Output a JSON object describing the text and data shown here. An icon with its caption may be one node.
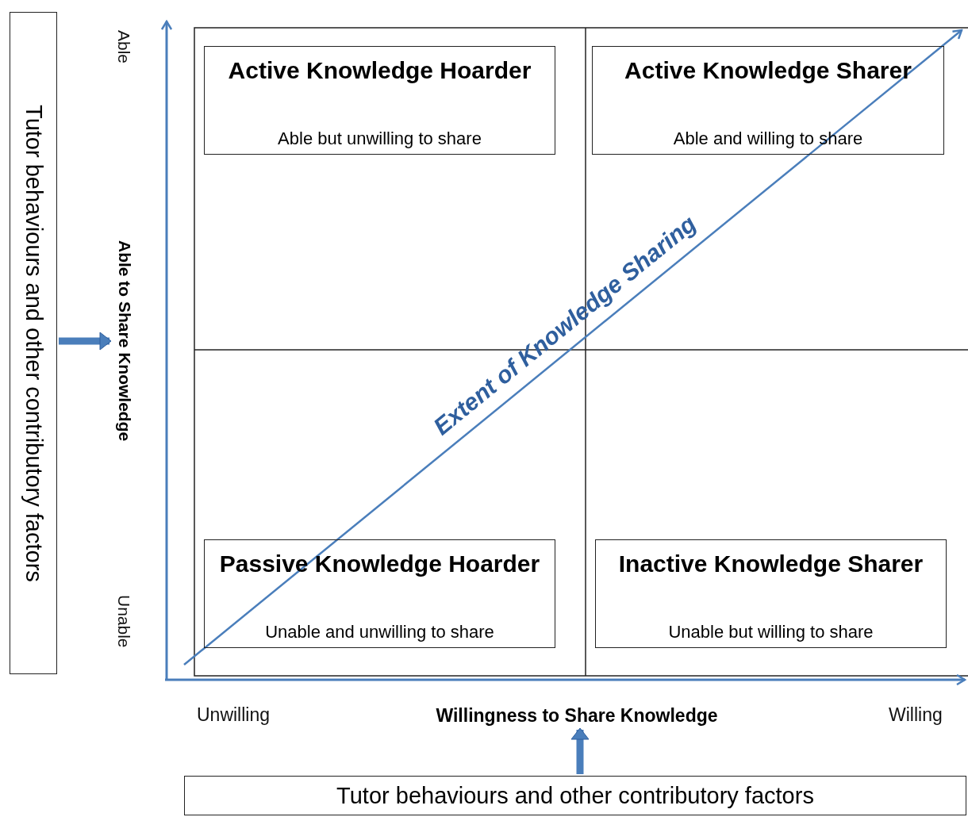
{
  "diagram": {
    "nodes": [
      {
        "text": [
          "Tutor behaviours and other contributory factors"
        ]
      },
      {
        "text": [
          "Tutor behaviours and other contributory factors"
        ]
      },
      {
        "text": [
          "Active Knowledge Hoarder",
          "Able but unwilling to share"
        ]
      },
      {
        "text": [
          "Active Knowledge Sharer",
          "Able and willing to share"
        ]
      },
      {
        "text": [
          "Passive Knowledge Hoarder",
          "Unable and unwilling to share"
        ]
      },
      {
        "text": [
          "Inactive Knowledge Sharer",
          "Unable but willing to share"
        ]
      },
      {
        "text": [
          "Able to Share Knowledge"
        ]
      },
      {
        "text": [
          "Willingness to Share Knowledge"
        ]
      }
    ],
    "edges": [
      {
        "from": 0,
        "to": 6,
        "arrow": "to"
      },
      {
        "from": 1,
        "to": 7,
        "arrow": "to"
      }
    ],
    "labels": [
      "Able",
      "Extent of Knowledge Sharing",
      "Unable",
      "Unwilling",
      "Willing"
    ]
  }
}
